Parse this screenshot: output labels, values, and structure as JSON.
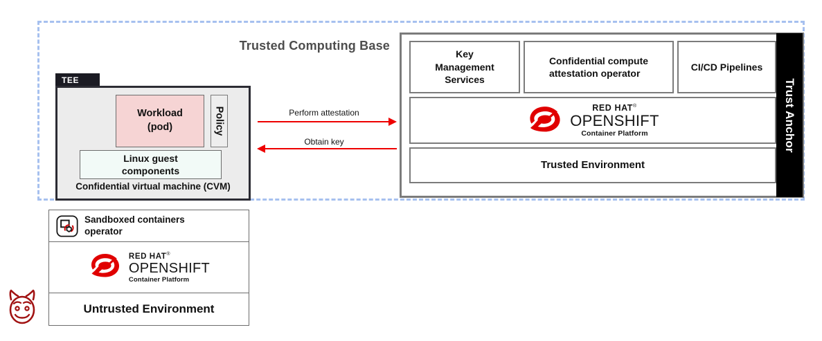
{
  "diagram": {
    "title": "Trusted Computing Base",
    "accent_red": "#ee0000",
    "dashed_border_color": "#a6c0ef",
    "trust_anchor_bg": "#000000"
  },
  "tee": {
    "tab_label": "TEE",
    "workload": {
      "line1": "Workload",
      "line2": "(pod)"
    },
    "policy_label": "Policy",
    "linux_guest": {
      "line1": "Linux guest",
      "line2": "components"
    },
    "cvm_caption": "Confidential virtual machine (CVM)"
  },
  "arrows": [
    {
      "label": "Perform attestation",
      "direction": "right"
    },
    {
      "label": "Obtain key",
      "direction": "left"
    }
  ],
  "trusted_panel": {
    "cells": [
      {
        "name": "key-management-services",
        "lines": [
          "Key",
          "Management",
          "Services"
        ]
      },
      {
        "name": "confidential-compute-attestation-operator",
        "lines": [
          "Confidential compute",
          "attestation operator"
        ]
      },
      {
        "name": "cicd-pipelines",
        "lines": [
          "CI/CD Pipelines"
        ]
      }
    ],
    "openshift_logo": {
      "brand": "RED HAT",
      "trademark": "®",
      "product": "OPENSHIFT",
      "subtitle": "Container Platform"
    },
    "trusted_environment_label": "Trusted Environment"
  },
  "trust_anchor": {
    "label": "Trust Anchor"
  },
  "untrusted_panel": {
    "operator": {
      "icon": "sandboxed-containers-icon",
      "line1": "Sandboxed containers",
      "line2": "operator"
    },
    "openshift_logo": {
      "brand": "RED HAT",
      "trademark": "®",
      "product": "OPENSHIFT",
      "subtitle": "Container Platform"
    },
    "environment_label": "Untrusted Environment"
  },
  "watermark": {
    "icon": "devil-face-icon",
    "color": "#a11212"
  }
}
